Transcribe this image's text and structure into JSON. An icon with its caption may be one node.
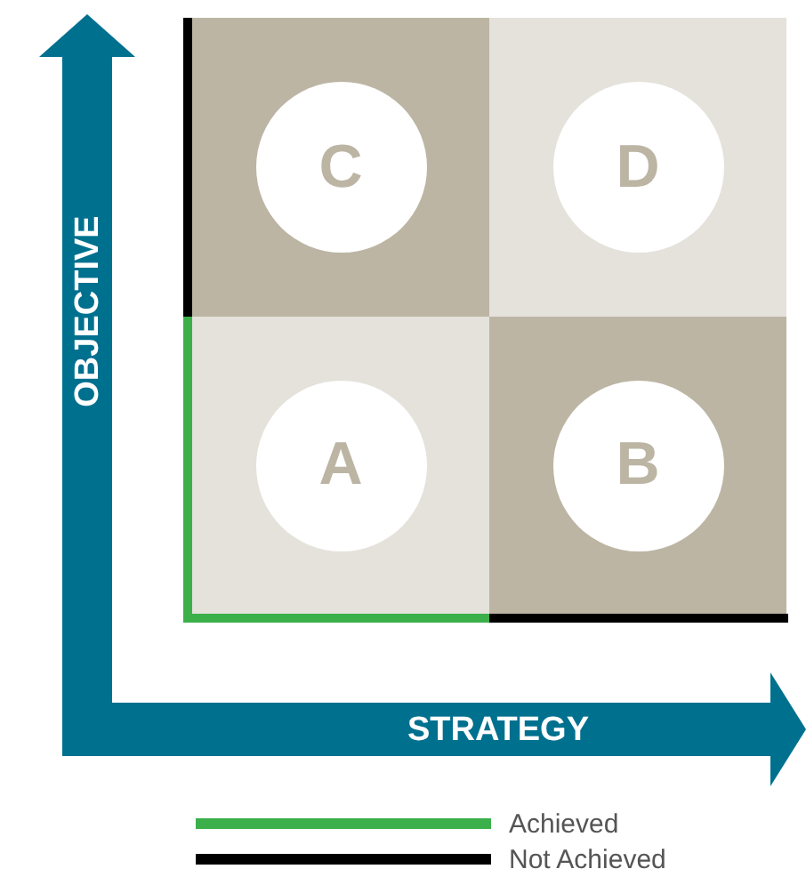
{
  "diagram": {
    "nodes": [
      {
        "text": [
          "C"
        ]
      },
      {
        "text": [
          "D"
        ]
      },
      {
        "text": [
          "A"
        ]
      },
      {
        "text": [
          "B"
        ]
      }
    ],
    "labels": [
      "OBJECTIVE",
      "STRATEGY"
    ],
    "legend": [
      {
        "text": "Achieved"
      },
      {
        "text": "Not Achieved"
      }
    ]
  }
}
